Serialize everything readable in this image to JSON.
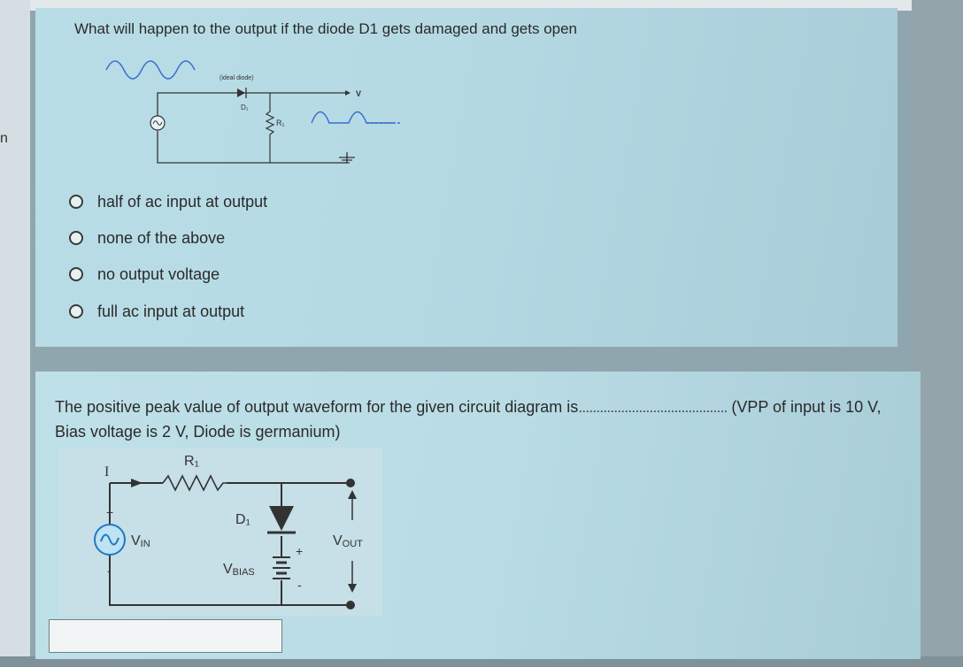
{
  "page": {
    "edge_char": "n"
  },
  "question1": {
    "text": "What will happen to the output if the diode D1 gets damaged and gets open",
    "circuit": {
      "diode_note": "(ideal diode)",
      "diode_label": "D₁",
      "resistor_label": "R₁",
      "output_label": "V"
    },
    "options": [
      {
        "label": "half of ac input at output",
        "selected": false
      },
      {
        "label": "none of the above",
        "selected": false
      },
      {
        "label": "no output voltage",
        "selected": false
      },
      {
        "label": "full ac input at output",
        "selected": false
      }
    ]
  },
  "question2": {
    "text_part1": "The positive peak value of output waveform for the given circuit diagram is",
    "text_part2": "(VPP of input is 10 V, Bias voltage is 2 V, Diode is germanium)",
    "circuit": {
      "current_label": "I",
      "resistor_label": "R₁",
      "diode_label": "D₁",
      "input_label": "V",
      "input_sub": "IN",
      "bias_label": "V",
      "bias_sub": "BIAS",
      "output_label": "V",
      "output_sub": "OUT",
      "plus": "+",
      "minus": "-"
    },
    "answer": {
      "value": ""
    }
  },
  "colors": {
    "card1_bg": "#b6dae4",
    "card2_bg": "#b9dce5",
    "accent_source": "#3a7fc4"
  }
}
